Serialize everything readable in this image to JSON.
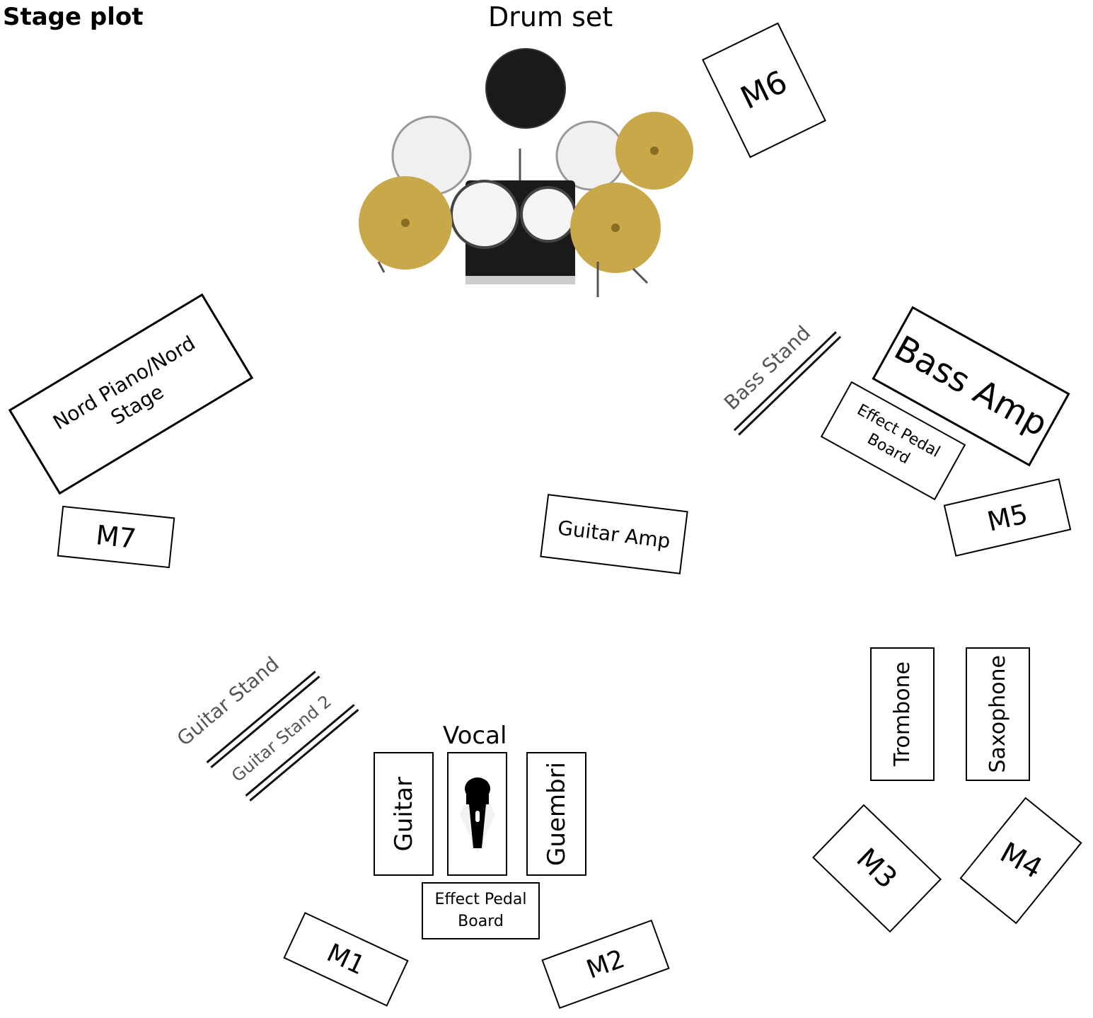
{
  "title": "Stage plot",
  "drum_set_label": "Drum set",
  "vocal_label": "Vocal",
  "mics": {
    "m1": "M1",
    "m2": "M2",
    "m3": "M3",
    "m4": "M4",
    "m5": "M5",
    "m6": "M6",
    "m7": "M7"
  },
  "keyboard_label": "Nord Piano/Nord Stage",
  "bass_amp_label": "Bass Amp",
  "guitar_amp_label": "Guitar Amp",
  "bass_stand_label": "Bass Stand",
  "guitar_stand_label": "Guitar Stand",
  "guitar_stand2_label": "Guitar Stand 2",
  "effect_pedal_label": "Effect Pedal Board",
  "instruments": {
    "guitar": "Guitar",
    "guembri": "Guembri",
    "trombone": "Trombone",
    "saxophone": "Saxophone"
  },
  "colors": {
    "line": "#000000",
    "cymbal": "#c9a84a",
    "drum_head": "#f2f2f2",
    "bass_drum": "#1a1a1a",
    "stand_label": "#555555"
  }
}
